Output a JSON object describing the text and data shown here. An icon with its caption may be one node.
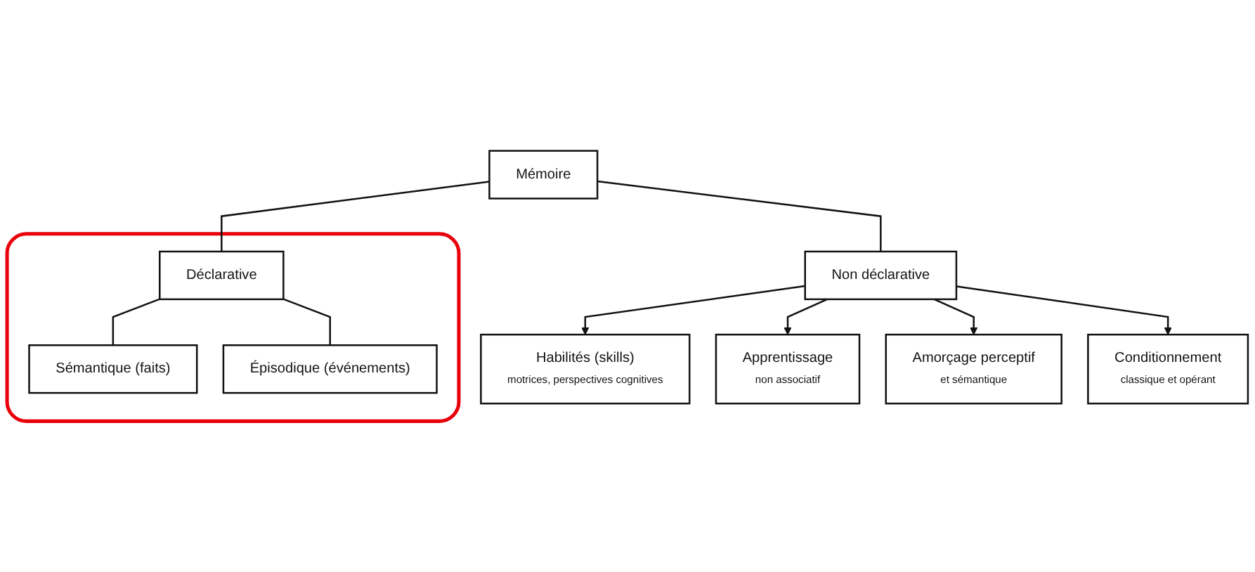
{
  "diagram": {
    "nodes": [
      {
        "text": [
          "Mémoire"
        ]
      },
      {
        "text": [],
        "shape": "box"
      },
      {
        "text": [
          "Déclarative"
        ],
        "in": 1
      },
      {
        "text": [
          "Sémantique (faits)"
        ],
        "in": 1
      },
      {
        "text": [
          "Épisodique (événements)"
        ],
        "in": 1
      },
      {
        "text": [
          "Non déclarative"
        ]
      },
      {
        "text": [
          "Habilités (skills)",
          "motrices, perspectives cognitives"
        ]
      },
      {
        "text": [
          "Apprentissage",
          "non associatif"
        ]
      },
      {
        "text": [
          "Amorçage perceptif",
          "et sémantique"
        ]
      },
      {
        "text": [
          "Conditionnement",
          "classique et opérant"
        ]
      }
    ],
    "edges": [
      {
        "from": 0,
        "to": 2,
        "arrow": "none"
      },
      {
        "from": 0,
        "to": 5,
        "arrow": "none"
      },
      {
        "from": 2,
        "to": 3,
        "arrow": "none"
      },
      {
        "from": 2,
        "to": 4,
        "arrow": "none"
      },
      {
        "from": 5,
        "to": 6,
        "arrow": "to"
      },
      {
        "from": 5,
        "to": 7,
        "arrow": "to"
      },
      {
        "from": 5,
        "to": 8,
        "arrow": "to"
      },
      {
        "from": 5,
        "to": 9,
        "arrow": "to"
      }
    ]
  }
}
